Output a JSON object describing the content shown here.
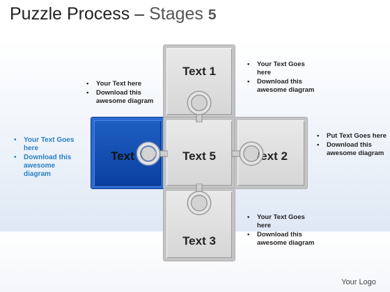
{
  "header": {
    "title_main": "Puzzle Process",
    "title_dash": " – ",
    "title_sub": "Stages ",
    "title_num": "5"
  },
  "pieces": {
    "p1": "Text 1",
    "p2": "Text 2",
    "p3": "Text 3",
    "p4": "Text 4",
    "p5": "Text 5"
  },
  "notes": {
    "top_left": [
      "Your Text  here",
      "Download this awesome diagram"
    ],
    "top_right": [
      "Your Text Goes here",
      "Download this awesome diagram"
    ],
    "mid_right": [
      " Put Text Goes here",
      "Download this awesome diagram"
    ],
    "bottom_right": [
      "Your Text Goes here",
      "Download this awesome diagram"
    ],
    "left": [
      "Your Text Goes here",
      "Download this awesome diagram"
    ]
  },
  "footer": {
    "logo": "Your Logo"
  },
  "colors": {
    "accent_blue": "#0b40a0",
    "note_blue": "#2b7fc4",
    "piece_gray": "#d6d6d6"
  }
}
